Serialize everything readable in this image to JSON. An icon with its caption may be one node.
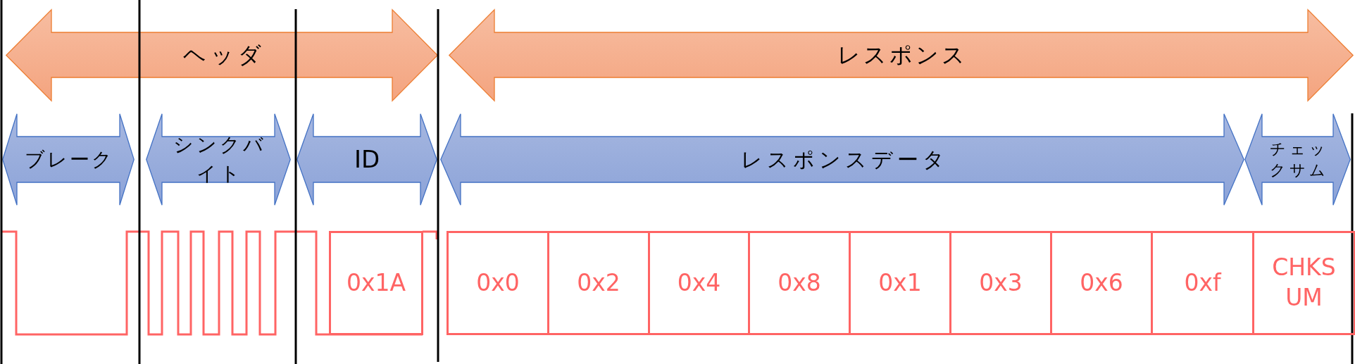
{
  "diagram": {
    "nodes": [
      {
        "text": [
          "ヘッダ"
        ]
      },
      {
        "text": [
          "レスポンス"
        ]
      },
      {
        "text": [
          "ブレーク"
        ]
      },
      {
        "text": [
          "シンクバイト"
        ]
      },
      {
        "text": [
          "ID"
        ]
      },
      {
        "text": [
          "レスポンスデータ"
        ]
      },
      {
        "text": [
          "チェックサム"
        ]
      },
      {
        "text": [
          "0x1A"
        ]
      },
      {
        "text": [
          "0x0"
        ]
      },
      {
        "text": [
          "0x2"
        ]
      },
      {
        "text": [
          "0x4"
        ]
      },
      {
        "text": [
          "0x8"
        ]
      },
      {
        "text": [
          "0x1"
        ]
      },
      {
        "text": [
          "0x3"
        ]
      },
      {
        "text": [
          "0x6"
        ]
      },
      {
        "text": [
          "0xf"
        ]
      },
      {
        "text": [
          "CHKSUM"
        ]
      }
    ]
  }
}
